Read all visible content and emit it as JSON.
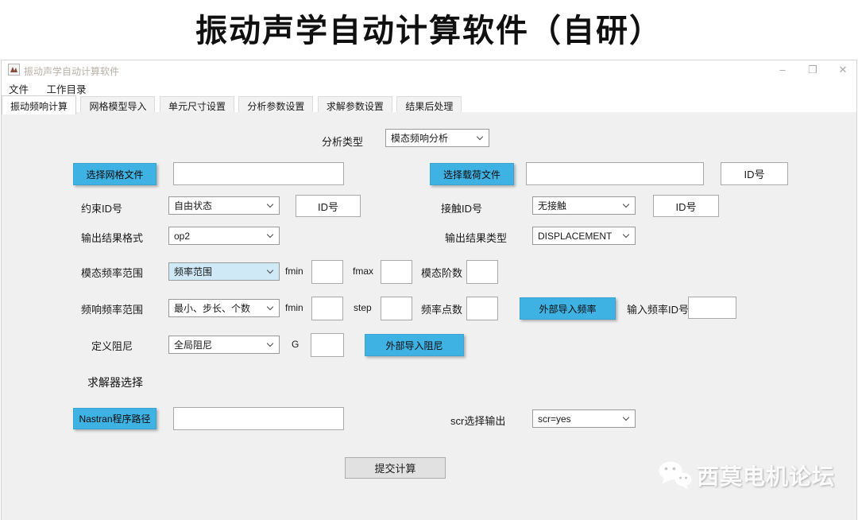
{
  "title": "振动声学自动计算软件（自研）",
  "window": {
    "title": "振动声学自动计算软件",
    "minimize": "–",
    "restore": "❐",
    "close": "✕"
  },
  "menu": {
    "file": "文件",
    "workdir": "工作目录"
  },
  "tabs": [
    "振动频响计算",
    "网格模型导入",
    "单元尺寸设置",
    "分析参数设置",
    "求解参数设置",
    "结果后处理"
  ],
  "form": {
    "analysis_type_label": "分析类型",
    "analysis_type_value": "模态频响分析",
    "mesh_file_button": "选择网格文件",
    "load_file_button": "选择载荷文件",
    "id_box": "ID号",
    "constraint_label": "约束ID号",
    "constraint_value": "自由状态",
    "contact_label": "接触ID号",
    "contact_value": "无接触",
    "output_format_label": "输出结果格式",
    "output_format_value": "op2",
    "output_type_label": "输出结果类型",
    "output_type_value": "DISPLACEMENT",
    "modal_range_label": "模态频率范围",
    "modal_range_value": "频率范围",
    "fmin_label": "fmin",
    "fmax_label": "fmax",
    "modal_order_label": "模态阶数",
    "resp_range_label": "频响频率范围",
    "resp_range_value": "最小、步长、个数",
    "step_label": "step",
    "freq_points_label": "频率点数",
    "import_freq_button": "外部导入频率",
    "freq_id_label": "输入频率ID号",
    "damping_label": "定义阻尼",
    "damping_value": "全局阻尼",
    "g_label": "G",
    "import_damping_button": "外部导入阻尼",
    "solver_section_label": "求解器选择",
    "nastran_button": "Nastran程序路径",
    "scr_label": "scr选择输出",
    "scr_value": "scr=yes",
    "submit_button": "提交计算"
  },
  "watermark": {
    "text": "西莫电机论坛"
  },
  "colors": {
    "accent_blue": "#3fb2e4",
    "panel_gray": "#f0f0f0",
    "combo_highlight": "#cfe9f7"
  }
}
